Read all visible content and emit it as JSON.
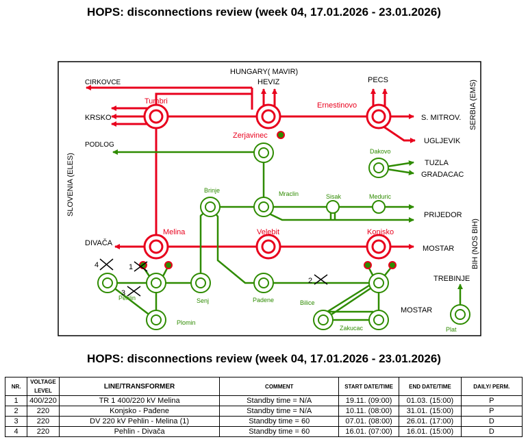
{
  "page": {
    "title_top": "HOPS: disconnections review (week 04, 17.01.2026 - 23.01.2026)",
    "title_bottom": "HOPS: disconnections review (week 04, 17.01.2026 - 23.01.2026)"
  },
  "colors": {
    "red": "#e8001c",
    "green": "#2e8b00",
    "black": "#000000"
  },
  "diagram": {
    "borders": {
      "hungary": "HUNGARY( MAVIR)",
      "slovenia": "SLOVENIA (ELES)",
      "serbia": "SERBIA (EMS)",
      "bih": "BIH (NOS BIH)"
    },
    "external": {
      "cirkovce": "CIRKOVCE",
      "krsko": "KRSKO",
      "podlog": "PODLOG",
      "divaca": "DIVAČA",
      "heviz": "HEVIZ",
      "pecs": "PECS",
      "s_mitrov": "S. MITROV.",
      "ugljevik": "UGLJEVIK",
      "tuzla": "TUZLA",
      "gradacac": "GRADACAC",
      "prijedor": "PRIJEDOR",
      "mostar": "MOSTAR",
      "trebinje": "TREBINJE",
      "mostar2": "MOSTAR"
    },
    "stations": {
      "tumbri": "Tumbri",
      "zerjavinec": "Zerjavinec",
      "ernestinovo": "Ernestinovo",
      "melina": "Melina",
      "velebit": "Velebit",
      "konjsko": "Konjsko",
      "brinje": "Brinje",
      "mraclin": "Mraclin",
      "sisak": "Sisak",
      "meduric": "Meduric",
      "dakovo": "Dakovo",
      "pehlin": "Pehlin",
      "senj": "Senj",
      "plomin": "Plomin",
      "padene": "Padene",
      "bilice": "Bilice",
      "zakucac": "Zakucac",
      "plat": "Plat"
    },
    "markers": {
      "m1": "1",
      "m2": "2",
      "m3": "3",
      "m4": "4"
    }
  },
  "table": {
    "headers": [
      "NR.",
      "VOLTAGE LEVEL",
      "LINE/TRANSFORMER",
      "COMMENT",
      "START DATE/TIME",
      "END DATE/TIME",
      "DAILY/ PERM."
    ],
    "rows": [
      [
        "1",
        "400/220",
        "TR 1 400/220 kV Melina",
        "Standby time = N/A",
        "19.11. (09:00)",
        "01.03. (15:00)",
        "P"
      ],
      [
        "2",
        "220",
        "Konjsko - Pađene",
        "Standby time = N/A",
        "10.11. (08:00)",
        "31.01. (15:00)",
        "P"
      ],
      [
        "3",
        "220",
        "DV 220 kV Pehlin - Melina (1)",
        "Standby time = 60",
        "07.01. (08:00)",
        "26.01. (17:00)",
        "D"
      ],
      [
        "4",
        "220",
        "Pehlin - Divača",
        "Standby time = 60",
        "16.01. (07:00)",
        "16.01. (15:00)",
        "D"
      ]
    ]
  }
}
